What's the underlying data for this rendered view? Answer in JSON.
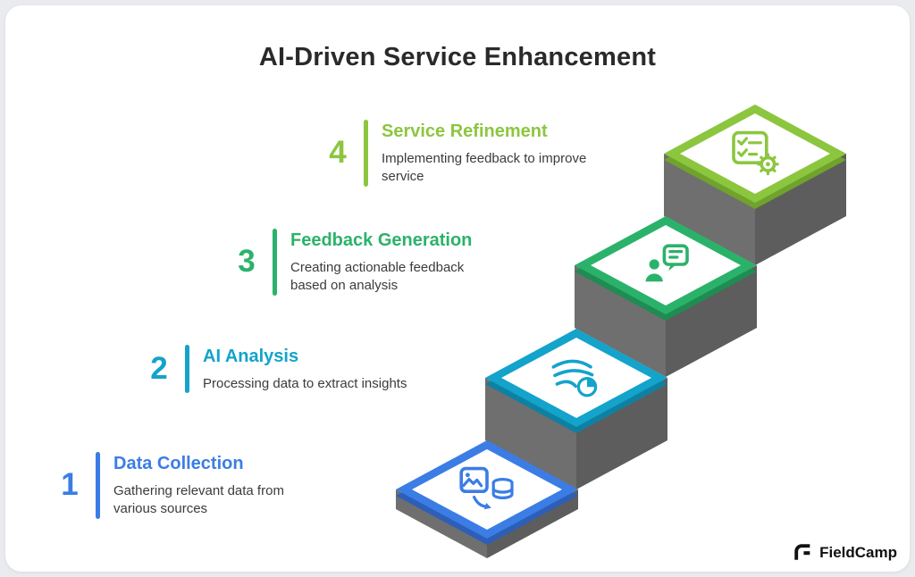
{
  "title": "AI-Driven Service Enhancement",
  "steps": [
    {
      "number": "1",
      "title": "Data Collection",
      "description": "Gathering relevant data from various sources",
      "color": "#3B7DE5",
      "color_dark": "#2D5FB8",
      "icon": "data-collection-icon"
    },
    {
      "number": "2",
      "title": "AI Analysis",
      "description": "Processing data to extract insights",
      "color": "#13A3CB",
      "color_dark": "#0E81A3",
      "icon": "ai-analysis-icon"
    },
    {
      "number": "3",
      "title": "Feedback Generation",
      "description": "Creating actionable feedback based on analysis",
      "color": "#2BB26A",
      "color_dark": "#1F8C52",
      "icon": "feedback-generation-icon"
    },
    {
      "number": "4",
      "title": "Service Refinement",
      "description": "Implementing feedback to improve service",
      "color": "#8CC63F",
      "color_dark": "#6FA32C",
      "icon": "service-refinement-icon"
    }
  ],
  "stair_colors": {
    "face_left": "#6F6F6F",
    "face_right": "#5D5D5D",
    "tile_inner": "#FFFFFF"
  },
  "brand": {
    "name": "FieldCamp",
    "color": "#111111"
  }
}
